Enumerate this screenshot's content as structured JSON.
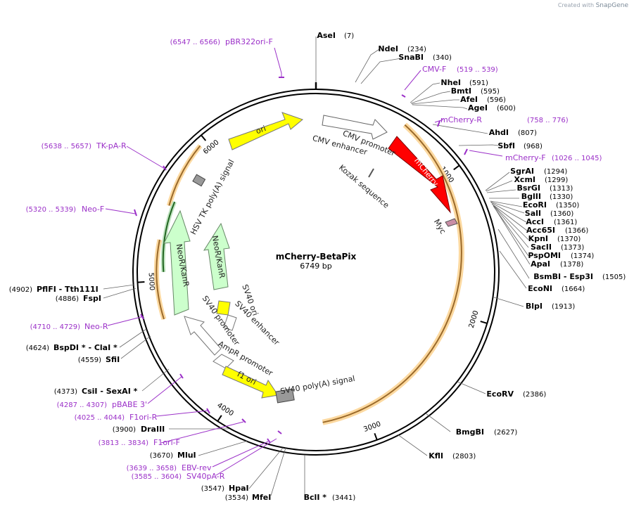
{
  "brand": {
    "prefix": "Created with",
    "name": "SnapGene"
  },
  "plasmid": {
    "name": "mCherry-BetaPix",
    "length_label": "6749 bp",
    "length": 6749
  },
  "colors": {
    "primer": "#9b30c8",
    "ori": "#ffff00",
    "mcherry": "#ff0000",
    "neokan": "#ccffcc",
    "polyA": "#999999",
    "orange": "#f5a623",
    "myc": "#c98ea6"
  },
  "ticks": [
    "1000",
    "2000",
    "3000",
    "4000",
    "5000",
    "6000"
  ],
  "sites_right": [
    {
      "name": "AseI",
      "pos": "(7)"
    },
    {
      "name": "NdeI",
      "pos": "(234)"
    },
    {
      "name": "SnaBI",
      "pos": "(340)"
    },
    {
      "name": "NheI",
      "pos": "(591)"
    },
    {
      "name": "BmtI",
      "pos": "(595)"
    },
    {
      "name": "AfeI",
      "pos": "(596)"
    },
    {
      "name": "AgeI",
      "pos": "(600)"
    },
    {
      "name": "AhdI",
      "pos": "(807)"
    },
    {
      "name": "SbfI",
      "pos": "(968)"
    },
    {
      "name": "SgrAI",
      "pos": "(1294)"
    },
    {
      "name": "XcmI",
      "pos": "(1299)"
    },
    {
      "name": "BsrGI",
      "pos": "(1313)"
    },
    {
      "name": "BglII",
      "pos": "(1330)"
    },
    {
      "name": "EcoRI",
      "pos": "(1350)"
    },
    {
      "name": "SalI",
      "pos": "(1360)"
    },
    {
      "name": "AccI",
      "pos": "(1361)"
    },
    {
      "name": "Acc65I",
      "pos": "(1366)"
    },
    {
      "name": "KpnI",
      "pos": "(1370)"
    },
    {
      "name": "SacII",
      "pos": "(1373)"
    },
    {
      "name": "PspOMI",
      "pos": "(1374)"
    },
    {
      "name": "ApaI",
      "pos": "(1378)"
    },
    {
      "name": "BsmBI - Esp3I",
      "pos": "(1505)"
    },
    {
      "name": "EcoNI",
      "pos": "(1664)"
    },
    {
      "name": "BlpI",
      "pos": "(1913)"
    },
    {
      "name": "EcoRV",
      "pos": "(2386)"
    },
    {
      "name": "BmgBI",
      "pos": "(2627)"
    },
    {
      "name": "KflI",
      "pos": "(2803)"
    },
    {
      "name": "BclI *",
      "pos": "(3441)"
    }
  ],
  "sites_left": [
    {
      "name": "MfeI",
      "pos": "(3534)"
    },
    {
      "name": "HpaI",
      "pos": "(3547)"
    },
    {
      "name": "MluI",
      "pos": "(3670)"
    },
    {
      "name": "DraIII",
      "pos": "(3900)"
    },
    {
      "name": "CsiI - SexAI *",
      "pos": "(4373)"
    },
    {
      "name": "SfiI",
      "pos": "(4559)"
    },
    {
      "name": "BspDI * - ClaI *",
      "pos": "(4624)"
    },
    {
      "name": "FspI",
      "pos": "(4886)"
    },
    {
      "name": "PflFI - Tth111I",
      "pos": "(4902)"
    }
  ],
  "primers": [
    {
      "name": "pBR322ori-F",
      "range": "(6547 .. 6566)"
    },
    {
      "name": "CMV-F",
      "range": "(519 .. 539)"
    },
    {
      "name": "mCherry-R",
      "range": "(758 .. 776)"
    },
    {
      "name": "mCherry-F",
      "range": "(1026 .. 1045)"
    },
    {
      "name": "TK-pA-R",
      "range": "(5638 .. 5657)"
    },
    {
      "name": "Neo-F",
      "range": "(5320 .. 5339)"
    },
    {
      "name": "Neo-R",
      "range": "(4710 .. 4729)"
    },
    {
      "name": "pBABE 3'",
      "range": "(4287 .. 4307)"
    },
    {
      "name": "F1ori-R",
      "range": "(4025 .. 4044)"
    },
    {
      "name": "F1ori-F",
      "range": "(3813 .. 3834)"
    },
    {
      "name": "EBV-rev",
      "range": "(3639 .. 3658)"
    },
    {
      "name": "SV40pA-R",
      "range": "(3585 .. 3604)"
    }
  ],
  "features": {
    "ori": "ori",
    "cmv_promoter": "CMV promoter",
    "cmv_enhancer": "CMV enhancer",
    "mcherry": "mCherry",
    "kozak": "Kozak sequence",
    "myc": "Myc",
    "hsv_tk": "HSV TK poly(A) signal",
    "neokan_outer": "NeoR/KanR",
    "neokan_inner": "NeoR/KanR",
    "sv40_ori": "SV40 ori",
    "sv40_enhancer": "SV40 enhancer",
    "sv40_promoter": "SV40 promoter",
    "ampr_promoter": "AmpR promoter",
    "f1_ori": "f1 ori",
    "sv40_polyA": "SV40 poly(A) signal"
  }
}
